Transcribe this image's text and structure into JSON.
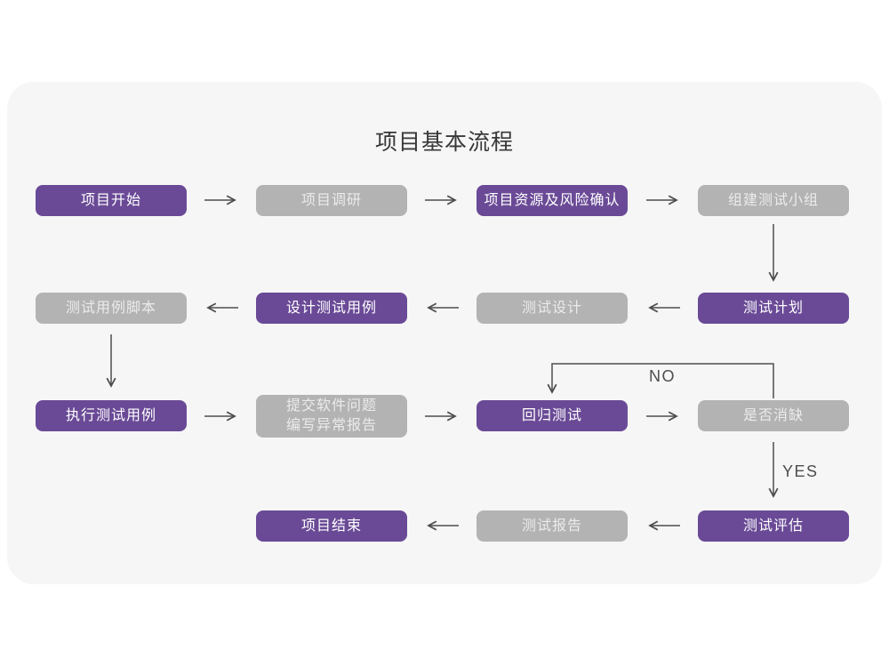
{
  "title": "项目基本流程",
  "colors": {
    "accent_purple": "#6A4A96",
    "node_gray": "#B3B3B3",
    "purple_node_text": "#FFFFFF",
    "gray_node_text": "#EBEBEB",
    "arrow": "#4D4D4D",
    "card_bg": "#F6F6F7",
    "title_color": "#383838"
  },
  "diagram": {
    "type": "flowchart",
    "nodes": [
      {
        "label": "项目开始",
        "variant": "purple"
      },
      {
        "label": "项目调研",
        "variant": "gray"
      },
      {
        "label": "项目资源及风险确认",
        "variant": "purple"
      },
      {
        "label": "组建测试小组",
        "variant": "gray"
      },
      {
        "label": "测试用例脚本",
        "variant": "gray"
      },
      {
        "label": "设计测试用例",
        "variant": "purple"
      },
      {
        "label": "测试设计",
        "variant": "gray"
      },
      {
        "label": "测试计划",
        "variant": "purple"
      },
      {
        "label": "执行测试用例",
        "variant": "purple"
      },
      {
        "label": "提交软件问题\n编写异常报告",
        "variant": "gray"
      },
      {
        "label": "回归测试",
        "variant": "purple"
      },
      {
        "label": "是否消缺",
        "variant": "gray"
      },
      {
        "label": "项目结束",
        "variant": "purple"
      },
      {
        "label": "测试报告",
        "variant": "gray"
      },
      {
        "label": "测试评估",
        "variant": "purple"
      }
    ],
    "edge_labels": {
      "no": "NO",
      "yes": "YES"
    }
  }
}
